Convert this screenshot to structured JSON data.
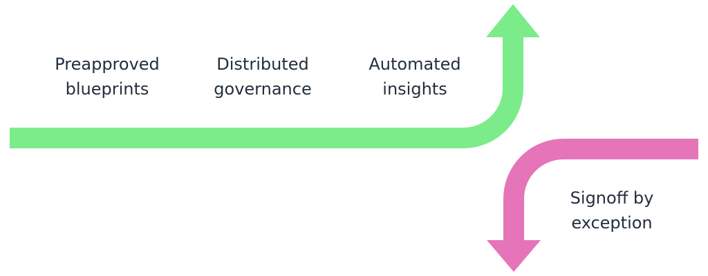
{
  "colors": {
    "green_arrow": "#7ceb8a",
    "pink_arrow": "#e575b8",
    "text": "#232f3e",
    "background": "#ffffff"
  },
  "labels": {
    "preapproved": [
      "Preapproved",
      "blueprints"
    ],
    "distributed": [
      "Distributed",
      "governance"
    ],
    "automated": [
      "Automated",
      "insights"
    ],
    "signoff": [
      "Signoff by",
      "exception"
    ]
  }
}
